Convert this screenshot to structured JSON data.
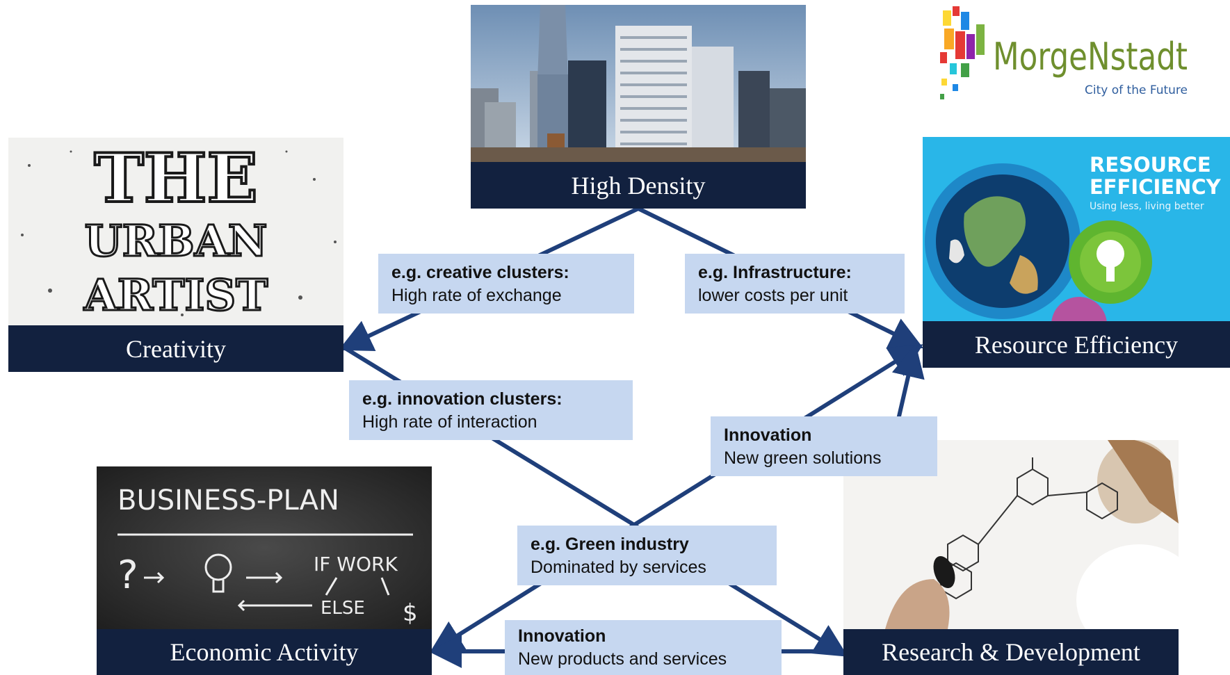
{
  "logo": {
    "name": "MorgeNstadt",
    "tagline": "City of the Future",
    "colors": [
      "#e53935",
      "#f9a825",
      "#fdd835",
      "#1e88e5",
      "#43a047",
      "#8e24aa",
      "#26c6da",
      "#7cb342"
    ]
  },
  "nodes": {
    "high_density": {
      "label": "High Density"
    },
    "creativity": {
      "label": "Creativity",
      "image_text": [
        "THE",
        "URBAN",
        "ARTIST"
      ]
    },
    "resource_efficiency": {
      "label": "Resource Efficiency",
      "image_text": {
        "line1": "RESOURCE",
        "line2": "EFFICIENCY",
        "sub": "Using less, living better"
      }
    },
    "economic_activity": {
      "label": "Economic Activity",
      "image_text": {
        "title": "BUSINESS-PLAN",
        "if_work": "IF WORK",
        "else": "ELSE",
        "dollar": "$"
      }
    },
    "research_development": {
      "label": "Research & Development"
    }
  },
  "edge_labels": {
    "creative_clusters": {
      "bold": "e.g. creative clusters:",
      "text": "High rate of exchange"
    },
    "infrastructure": {
      "bold": "e.g. Infrastructure:",
      "text": "lower costs per unit"
    },
    "innovation_clusters": {
      "bold": "e.g. innovation clusters:",
      "text": "High rate of interaction"
    },
    "innovation_green": {
      "bold": "Innovation",
      "text": "New green solutions"
    },
    "green_industry": {
      "bold": "e.g. Green industry",
      "text": "Dominated by services"
    },
    "innovation_products": {
      "bold": "Innovation",
      "text": "New products and services"
    }
  },
  "colors": {
    "arrow": "#1f3f7a",
    "caption_bg": "#12213f",
    "label_bg": "#c6d7f0"
  }
}
